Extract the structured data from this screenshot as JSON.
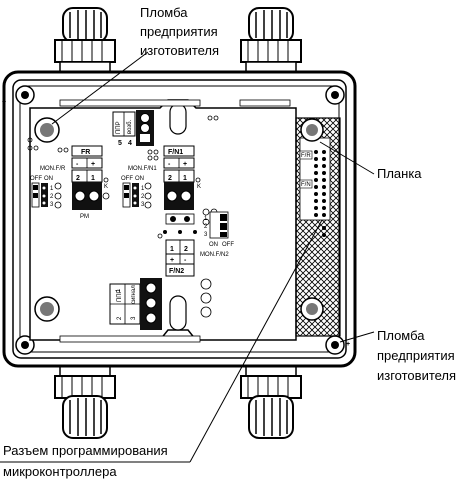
{
  "callouts": {
    "seal_top": [
      "Пломба",
      "предприятия",
      "изготовителя"
    ],
    "plank": "Планка",
    "seal_bottom": [
      "Пломба",
      "предприятия",
      "изготовителя"
    ],
    "connector": [
      "Разъем программирования",
      "микроконтроллера"
    ]
  },
  "board_labels": {
    "ppr_top": "ППР",
    "vozb": "возб.",
    "n5": "5",
    "n4": "4",
    "fr": "FR",
    "fn1_mid": "F/N1",
    "fn1_right": "F/N1",
    "fn2": "F/N2",
    "minus": "-",
    "plus": "+",
    "n2": "2",
    "n1": "1",
    "n3": "3",
    "k": "K",
    "mon_fr": "MON.F/R",
    "mon_fn1": "MON.F/N1",
    "mon_fn2": "MON.F/N2",
    "off": "OFF",
    "on": "ON",
    "ppr_bottom": "ППР",
    "signal": "сигнал",
    "pm": "PM",
    "fn_plank": "F/N",
    "fr_plank": "F/R"
  }
}
